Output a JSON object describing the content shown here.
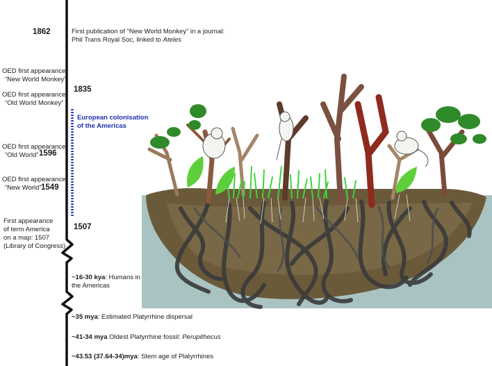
{
  "timeline": {
    "years": {
      "y1862": "1862",
      "y1835": "1835",
      "y1596": "1596",
      "y1549": "1549",
      "y1507": "1507"
    },
    "left_labels": {
      "oed_nwm_line1": "OED first appearance:",
      "oed_nwm_line2": "“New World Monkey”",
      "oed_owm_line1": "OED first appearance:",
      "oed_owm_line2": "“Old World Monkey”",
      "oed_ow_line1": "OED first appearance:",
      "oed_ow_line2": "“Old World”",
      "oed_nw_line1": "OED first appearance:",
      "oed_nw_line2": "“New World”",
      "america_line1": "First appearance",
      "america_line2": "of term America",
      "america_line3": "on a map: 1507",
      "america_line4": "(Library of Congress)"
    },
    "right_labels": {
      "pub_line1": "First publication of “New World Monkey” in a journal:",
      "pub_line2_prefix": "Phil Trans Royal Soc, linked to ",
      "pub_line2_italic": "Ateles",
      "colonisation_line1": "European colonisation",
      "colonisation_line2": "of the Americas",
      "humans_bold": "~16-30 kya",
      "humans_rest_line1": ": Humans in",
      "humans_line2": "the Americas",
      "dispersal_bold": "~35 mya",
      "dispersal_rest": ": Estimated Platyrrhine dispersal",
      "fossil_bold": "~41-34 mya",
      "fossil_rest": " Oldest Platyrrhine fossil: ",
      "fossil_italic": "Perupithecus",
      "stem_bold": "~43.53 (37.64-34)mya",
      "stem_rest": ": Stem age of Platyrrhines"
    }
  },
  "colors": {
    "timeline": "#111111",
    "colonisation": "#1d2fb0",
    "water": "#a9c3c2",
    "soil": "#6b5a3a",
    "grass": "#3fd23f",
    "leaf": "#2f8a2a",
    "root": "#3a3a3a"
  }
}
